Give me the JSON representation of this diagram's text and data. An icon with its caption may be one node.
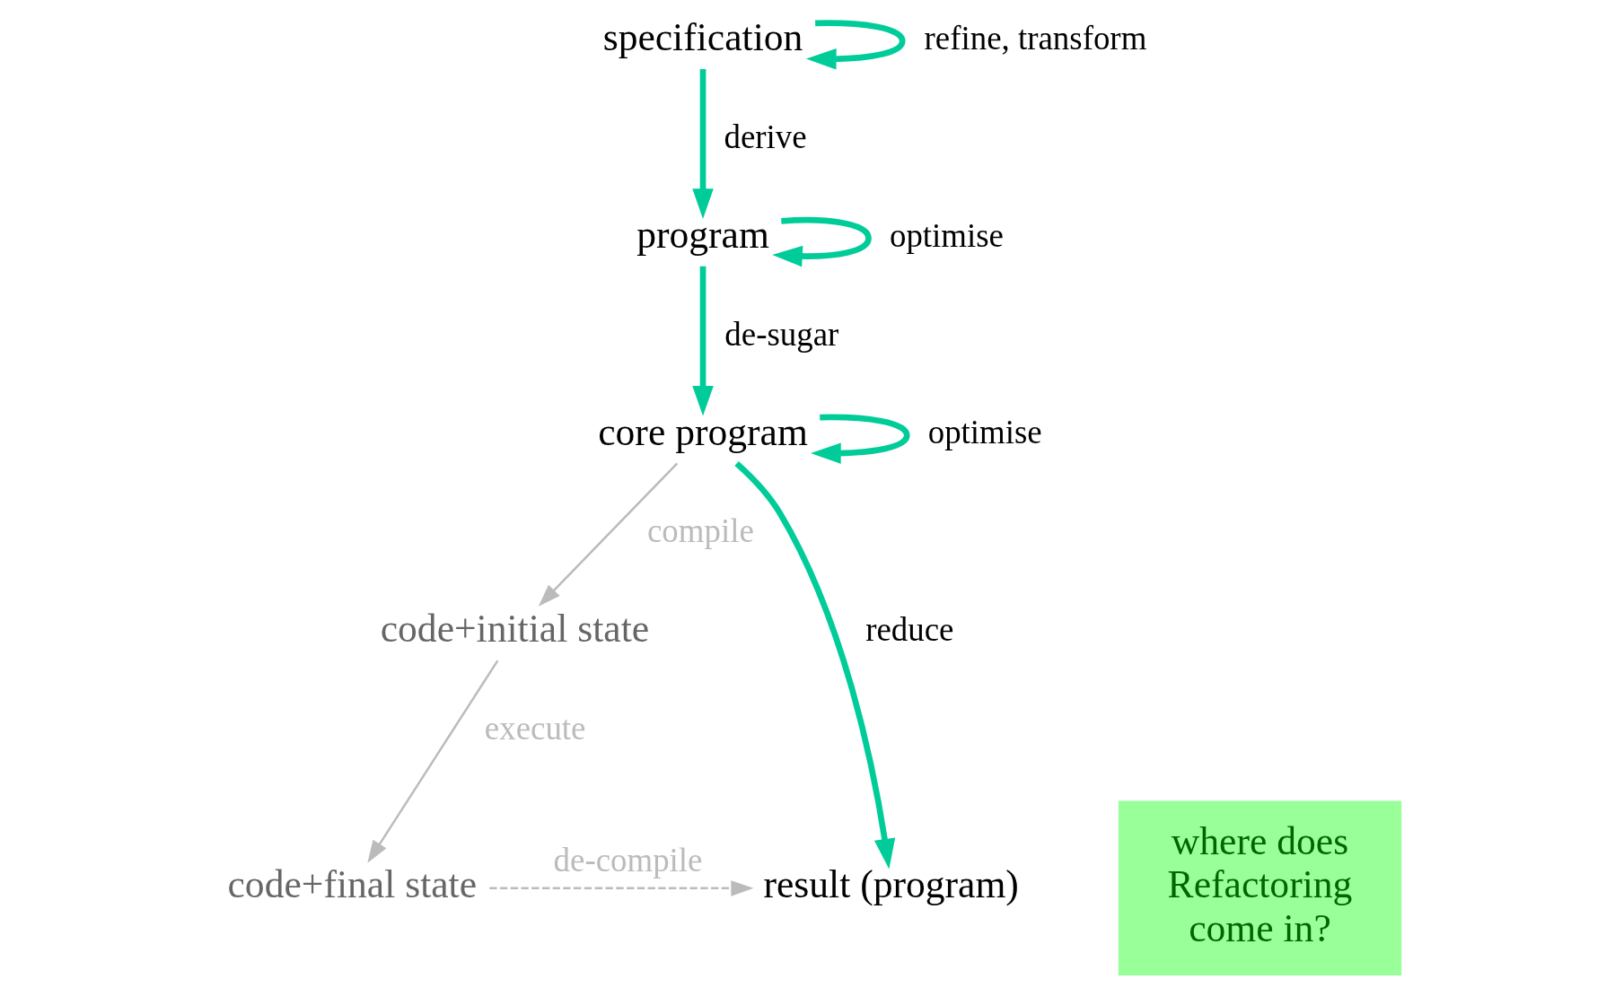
{
  "diagram": {
    "nodes": [
      {
        "text": [
          "specification"
        ]
      },
      {
        "text": [
          "program"
        ]
      },
      {
        "text": [
          "core program"
        ]
      },
      {
        "text": [
          "code+initial state"
        ]
      },
      {
        "text": [
          "code+final state"
        ]
      },
      {
        "text": [
          "result (program)"
        ]
      },
      {
        "text": [
          "where does Refactoring come in?"
        ]
      }
    ],
    "edges": [
      {
        "from": 0,
        "to": 0,
        "arrow": "to",
        "label": "refine, transform"
      },
      {
        "from": 0,
        "to": 1,
        "arrow": "to",
        "label": "derive"
      },
      {
        "from": 1,
        "to": 1,
        "arrow": "to",
        "label": "optimise"
      },
      {
        "from": 1,
        "to": 2,
        "arrow": "to",
        "label": "de-sugar"
      },
      {
        "from": 2,
        "to": 2,
        "arrow": "to",
        "label": "optimise"
      },
      {
        "from": 2,
        "to": 5,
        "arrow": "to",
        "label": "reduce"
      },
      {
        "from": 2,
        "to": 3,
        "arrow": "to",
        "label": "compile",
        "color": "#bbbbbb"
      },
      {
        "from": 3,
        "to": 4,
        "arrow": "to",
        "label": "execute",
        "color": "#bbbbbb"
      },
      {
        "from": 4,
        "to": 5,
        "arrow": "to",
        "label": "de-compile",
        "color": "#bbbbbb",
        "style": "dashed"
      }
    ]
  }
}
